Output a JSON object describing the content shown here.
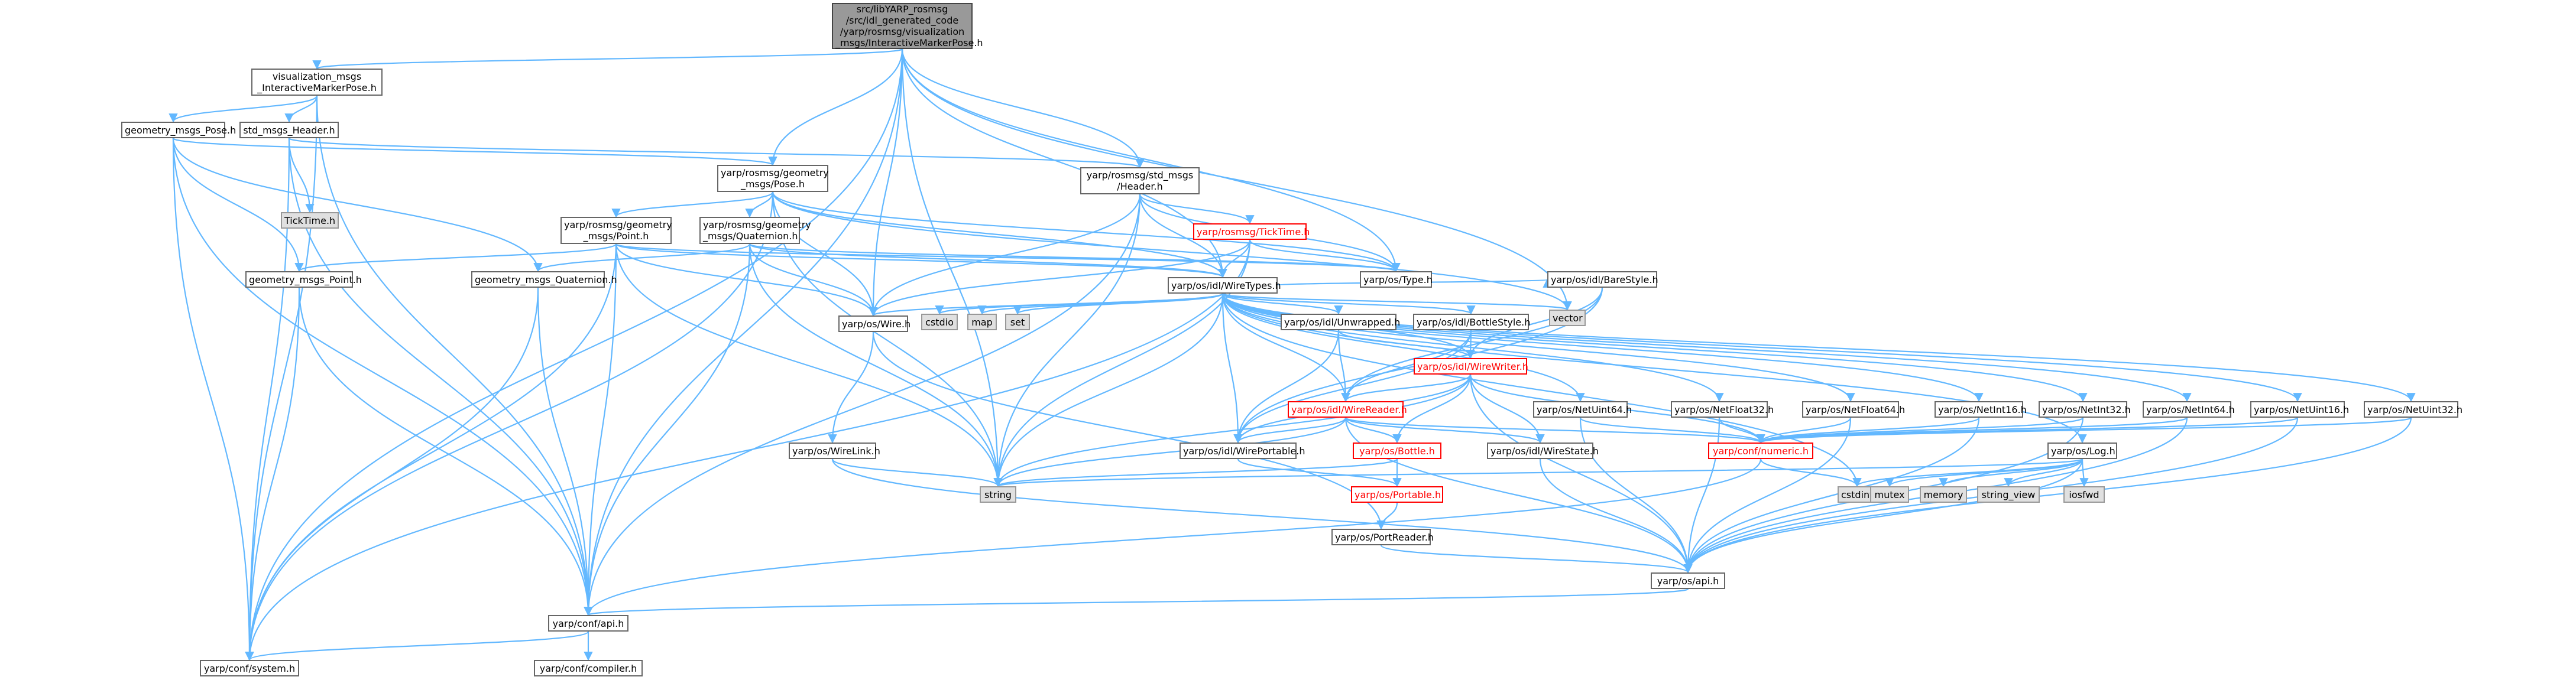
{
  "nodes": {
    "root": [
      "src/libYARP_rosmsg",
      "/src/idl_generated_code",
      "/yarp/rosmsg/visualization",
      "_msgs/InteractiveMarkerPose.h"
    ],
    "vis_imp": [
      "visualization_msgs",
      "_InteractiveMarkerPose.h"
    ],
    "geom_pose": [
      "geometry_msgs_Pose.h"
    ],
    "std_header": [
      "std_msgs_Header.h"
    ],
    "ticktime": [
      "TickTime.h"
    ],
    "rosgeom_pose": [
      "yarp/rosmsg/geometry",
      "_msgs/Pose.h"
    ],
    "rosstd_header": [
      "yarp/rosmsg/std_msgs",
      "/Header.h"
    ],
    "ros_ticktime": [
      "yarp/rosmsg/TickTime.h"
    ],
    "rosgeom_point": [
      "yarp/rosmsg/geometry",
      "_msgs/Point.h"
    ],
    "rosgeom_quat": [
      "yarp/rosmsg/geometry",
      "_msgs/Quaternion.h"
    ],
    "geom_point": [
      "geometry_msgs_Point.h"
    ],
    "geom_quat": [
      "geometry_msgs_Quaternion.h"
    ],
    "os_type": [
      "yarp/os/Type.h"
    ],
    "idl_wiretypes": [
      "yarp/os/idl/WireTypes.h"
    ],
    "vector": [
      "vector"
    ],
    "os_wire": [
      "yarp/os/Wire.h"
    ],
    "cstdio": [
      "cstdio"
    ],
    "map": [
      "map"
    ],
    "set": [
      "set"
    ],
    "idl_unwrapped": [
      "yarp/os/idl/Unwrapped.h"
    ],
    "idl_bottlestyle": [
      "yarp/os/idl/BottleStyle.h"
    ],
    "idl_barestyle": [
      "yarp/os/idl/BareStyle.h"
    ],
    "idl_wirewriter": [
      "yarp/os/idl/WireWriter.h"
    ],
    "idl_wirereader": [
      "yarp/os/idl/WireReader.h"
    ],
    "netuint64": [
      "yarp/os/NetUint64.h"
    ],
    "netfloat32": [
      "yarp/os/NetFloat32.h"
    ],
    "netfloat64": [
      "yarp/os/NetFloat64.h"
    ],
    "netint16": [
      "yarp/os/NetInt16.h"
    ],
    "netint32": [
      "yarp/os/NetInt32.h"
    ],
    "netint64": [
      "yarp/os/NetInt64.h"
    ],
    "netuint16": [
      "yarp/os/NetUint16.h"
    ],
    "netuint32": [
      "yarp/os/NetUint32.h"
    ],
    "os_wirelink": [
      "yarp/os/WireLink.h"
    ],
    "idl_wireportable": [
      "yarp/os/idl/WirePortable.h"
    ],
    "os_bottle": [
      "yarp/os/Bottle.h"
    ],
    "idl_wirestate": [
      "yarp/os/idl/WireState.h"
    ],
    "conf_numeric": [
      "yarp/conf/numeric.h"
    ],
    "os_log": [
      "yarp/os/Log.h"
    ],
    "string": [
      "string"
    ],
    "os_portable": [
      "yarp/os/Portable.h"
    ],
    "cstdint": [
      "cstdint"
    ],
    "mutex": [
      "mutex"
    ],
    "memory": [
      "memory"
    ],
    "string_view": [
      "string_view"
    ],
    "iosfwd": [
      "iosfwd"
    ],
    "os_portreader": [
      "yarp/os/PortReader.h"
    ],
    "os_api": [
      "yarp/os/api.h"
    ],
    "conf_api": [
      "yarp/conf/api.h"
    ],
    "conf_system": [
      "yarp/conf/system.h"
    ],
    "conf_compiler": [
      "yarp/conf/compiler.h"
    ]
  },
  "colors": {
    "edge": "#63b8ff",
    "node_border": "#666666",
    "external_fill": "#e0e0e0",
    "root_fill": "#999999",
    "truncated_border": "#ff0000"
  }
}
